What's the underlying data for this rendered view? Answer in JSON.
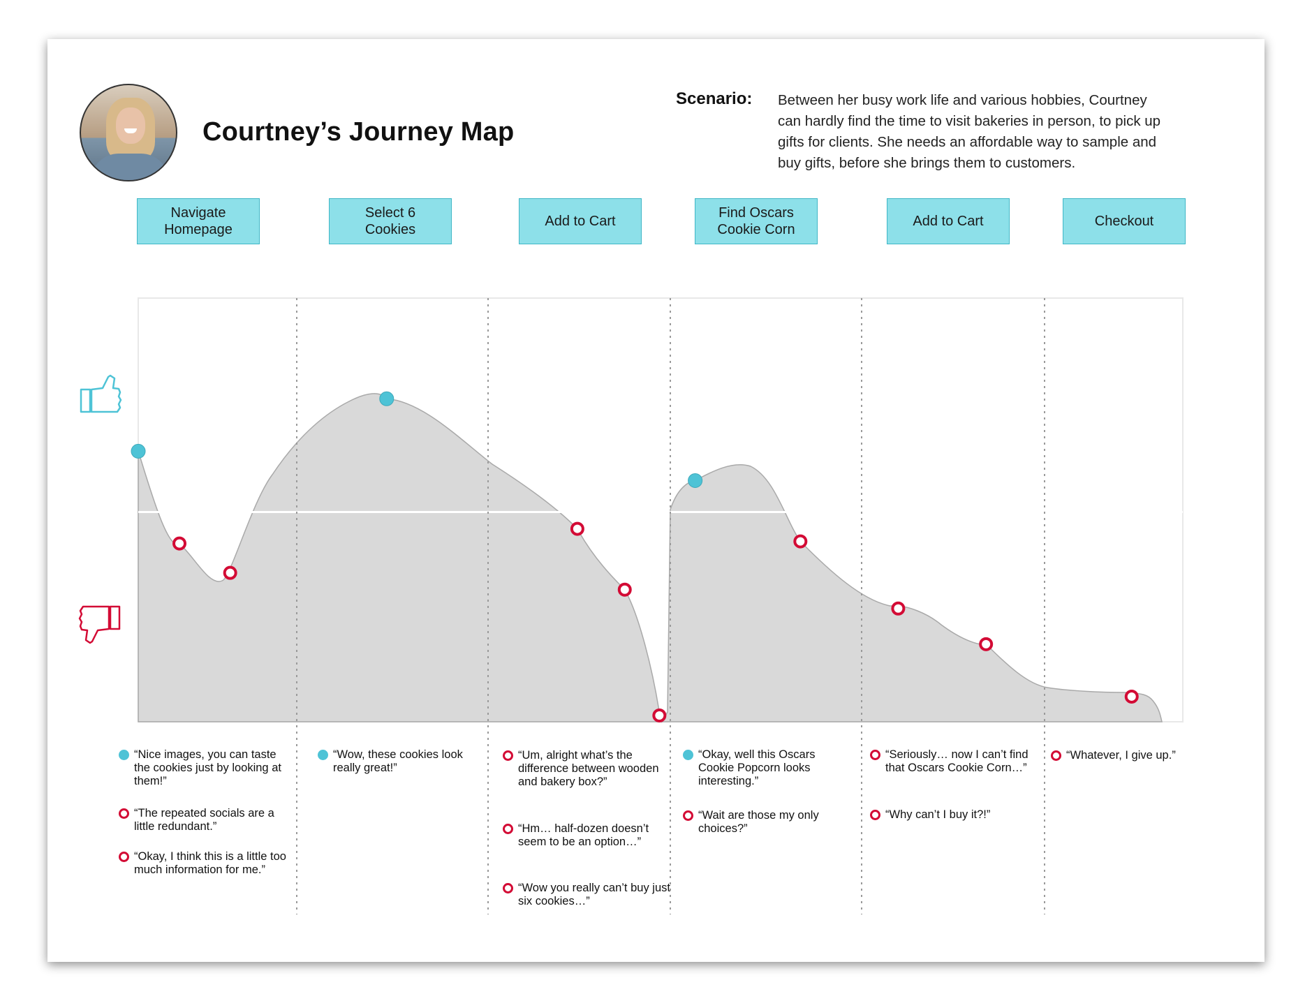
{
  "title": "Courtney’s Journey Map",
  "scenario": {
    "label": "Scenario:",
    "text": "Between her busy work life and various hobbies, Courtney can hardly find the time to visit bakeries in person, to pick up gifts for clients. She needs an affordable way to sample and buy gifts, before she brings them to customers."
  },
  "colors": {
    "positive": "#4ec3d6",
    "negative": "#d30b35",
    "stage_fill": "#8de0e9",
    "curve_fill": "#d9d9d9"
  },
  "icons": {
    "positive": "thumbs-up-icon",
    "negative": "thumbs-down-icon"
  },
  "stages": [
    {
      "label": "Navigate\nHomepage"
    },
    {
      "label": "Select 6\nCookies"
    },
    {
      "label": "Add to Cart"
    },
    {
      "label": "Find Oscars\nCookie Corn"
    },
    {
      "label": "Add to Cart"
    },
    {
      "label": "Checkout"
    }
  ],
  "chart_data": {
    "type": "area",
    "description_levels": "emotion score 0 (lowest) to 100 (highest), neutral = 50",
    "ylim": [
      0,
      100
    ],
    "neutral": 50,
    "points": [
      {
        "stage": 1,
        "t": 0.0,
        "y": 64.5,
        "sentiment": "positive"
      },
      {
        "stage": 1,
        "t": 0.26,
        "y": 42.5,
        "sentiment": "negative"
      },
      {
        "stage": 1,
        "t": 0.58,
        "y": 35.5,
        "sentiment": "negative"
      },
      {
        "stage": 2,
        "t": 0.47,
        "y": 77.0,
        "sentiment": "positive"
      },
      {
        "stage": 3,
        "t": 0.49,
        "y": 46.0,
        "sentiment": "negative"
      },
      {
        "stage": 3,
        "t": 0.75,
        "y": 31.5,
        "sentiment": "negative"
      },
      {
        "stage": 3,
        "t": 0.94,
        "y": 1.5,
        "sentiment": "negative"
      },
      {
        "stage": 4,
        "t": 0.13,
        "y": 57.5,
        "sentiment": "positive"
      },
      {
        "stage": 4,
        "t": 0.68,
        "y": 43.0,
        "sentiment": "negative"
      },
      {
        "stage": 5,
        "t": 0.2,
        "y": 27.0,
        "sentiment": "negative"
      },
      {
        "stage": 5,
        "t": 0.68,
        "y": 18.5,
        "sentiment": "negative"
      },
      {
        "stage": 6,
        "t": 0.63,
        "y": 6.0,
        "sentiment": "negative"
      }
    ]
  },
  "quotes": [
    [
      {
        "sentiment": "positive",
        "text": "“Nice images, you can taste the cookies just by looking at them!”"
      },
      {
        "sentiment": "negative",
        "text": "“The repeated socials are a little redundant.”"
      },
      {
        "sentiment": "negative",
        "text": "“Okay, I think this is a little too much information for me.”"
      }
    ],
    [
      {
        "sentiment": "positive",
        "text": "“Wow, these cookies look really great!”"
      }
    ],
    [
      {
        "sentiment": "negative",
        "text": "“Um, alright what’s the difference between wooden and bakery box?”"
      },
      {
        "sentiment": "negative",
        "text": "“Hm… half-dozen doesn’t seem to be an option…”"
      },
      {
        "sentiment": "negative",
        "text": "“Wow you really can’t buy just six cookies…”"
      }
    ],
    [
      {
        "sentiment": "positive",
        "text": "“Okay, well this Oscars Cookie Popcorn looks interesting.”"
      },
      {
        "sentiment": "negative",
        "text": "“Wait are those my only choices?”"
      }
    ],
    [
      {
        "sentiment": "negative",
        "text": "“Seriously… now I can’t find that Oscars Cookie Corn…”"
      },
      {
        "sentiment": "negative",
        "text": "“Why can’t I buy it?!”"
      }
    ],
    [
      {
        "sentiment": "negative",
        "text": "“Whatever, I give up.”"
      }
    ]
  ]
}
